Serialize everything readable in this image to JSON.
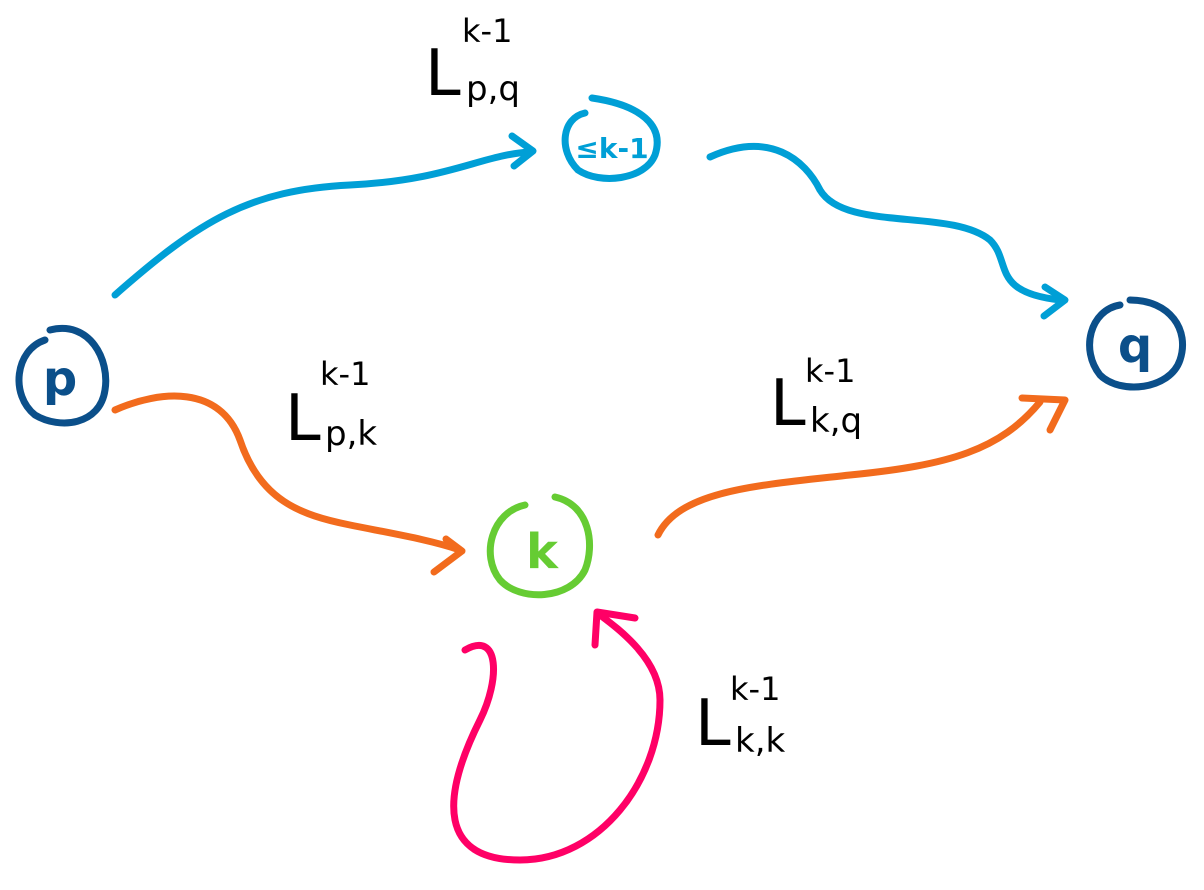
{
  "colors": {
    "node_pq": "#0b4f8a",
    "path_leq": "#009fd6",
    "path_via_k": "#f26b1d",
    "node_k": "#66cc33",
    "loop_k": "#ff0066",
    "label": "#000000"
  },
  "nodes": {
    "p": "p",
    "q": "q",
    "k": "k",
    "intermediate": "≤k-1"
  },
  "labels": {
    "pq": {
      "base": "L",
      "sub": "p,q",
      "sup": "k-1"
    },
    "pk": {
      "base": "L",
      "sub": "p,k",
      "sup": "k-1"
    },
    "kq": {
      "base": "L",
      "sub": "k,q",
      "sup": "k-1"
    },
    "kk": {
      "base": "L",
      "sub": "k,k",
      "sup": "k-1"
    }
  }
}
